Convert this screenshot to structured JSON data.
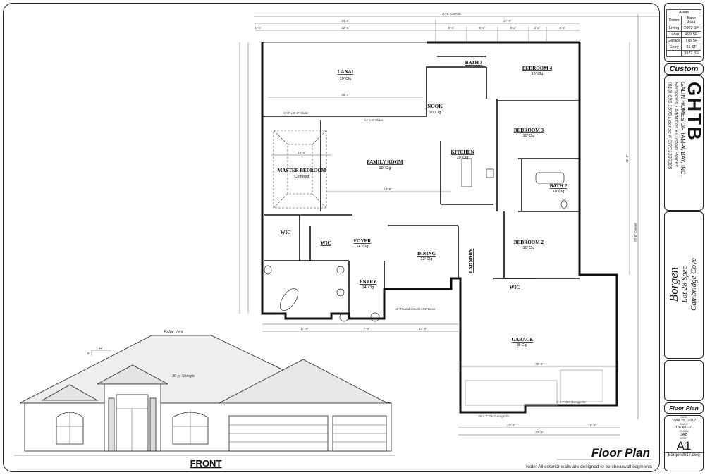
{
  "plan": {
    "rooms": [
      {
        "name": "LANAI",
        "clg": "10' Clg"
      },
      {
        "name": "NOOK",
        "clg": "10' Clg"
      },
      {
        "name": "BATH 3",
        "clg": ""
      },
      {
        "name": "BEDROOM 4",
        "clg": "10' Clg"
      },
      {
        "name": "BEDROOM 3",
        "clg": "10' Clg"
      },
      {
        "name": "KITCHEN",
        "clg": "10' Clg"
      },
      {
        "name": "FAMILY ROOM",
        "clg": "10' Clg"
      },
      {
        "name": "MASTER BEDROOM",
        "clg": "Coffered"
      },
      {
        "name": "BATH 2",
        "clg": "10' Clg"
      },
      {
        "name": "BEDROOM 2",
        "clg": "10' Clg"
      },
      {
        "name": "WIC",
        "clg": ""
      },
      {
        "name": "WIC",
        "clg": ""
      },
      {
        "name": "FOYER",
        "clg": "14' Clg"
      },
      {
        "name": "ENTRY",
        "clg": "14' Clg"
      },
      {
        "name": "DINING",
        "clg": "12' Clg"
      },
      {
        "name": "LAUNDRY",
        "clg": ""
      },
      {
        "name": "WIC",
        "clg": ""
      },
      {
        "name": "GARAGE",
        "clg": "8' Clg"
      }
    ],
    "dims": {
      "overall_top": "70'-8\" Overall",
      "left_top": "34'-8\"",
      "right_top": "27'-4\"",
      "seg1": "1'-4\"",
      "seg2": "32'-8\"",
      "seg3": "6'-4\"",
      "seg4": "6'-4\"",
      "seg5": "6'-2\"",
      "seg6": "2'-2\"",
      "seg7": "5'-2\"",
      "right_side": "46'-8\"",
      "overall_side": "70'-8\" Overall",
      "lanai_width": "30'-4\"",
      "family_width": "18'-8\"",
      "master_width": "14'-4\"",
      "garage_width": "30'-8\"",
      "bottom_a": "27'-8\"",
      "bottom_b": "10'-4\"",
      "bottom_total": "32'-8\"",
      "bottom_left": "17'-4\"",
      "bottom_mid": "7'-4\"",
      "bottom_right": "14'-0\""
    },
    "labels": {
      "garage_door_1": "16' x 7' OH Garage Dr",
      "garage_door_2": "9' x 7' OH Garage Dr",
      "lanai_door": "6'-0\" x 6'-8\" Slider",
      "family_door": "12' x 8' Slider",
      "column": "16\" Round Column 24\" Base"
    }
  },
  "elevation": {
    "title": "FRONT",
    "ridge_label": "Ridge Vent",
    "shingle_label": "30 yr Shingle",
    "pitch_rise": "6",
    "pitch_run": "12"
  },
  "sheet_title": "Floor Plan",
  "note": "Note: All exterior walls are designed to be shearwall segments",
  "title_block": {
    "areas": {
      "title": "Areas",
      "headers": [
        "Room",
        "Base Area"
      ],
      "rows": [
        [
          "Living",
          "2603 SF"
        ],
        [
          "Lanai",
          "499 SF"
        ],
        [
          "Garage",
          "778 SF"
        ],
        [
          "Entry",
          "91 SF"
        ],
        [
          "",
          "3972 SF"
        ]
      ]
    },
    "custom": "Custom",
    "logo": "GHTB",
    "company": "GALIN HOMES OF TAMPA BAY, INC.",
    "services": "Remodels • Additions • Custom Homes",
    "contact": "(813) 695-1598   License # CRC1330305",
    "project": {
      "name": "Borgen",
      "lot": "Lot 28 Spec",
      "community": "Cambridge Cove"
    },
    "sheet_name": "Floor Plan",
    "date_label": "DATE",
    "date": "June 28, 2017",
    "scale_label": "SCALE",
    "scale": "1/4\"=1'-0\"",
    "drawn_label": "DRAWN",
    "drawn": "JAB",
    "sheet_label": "SHEET",
    "sheet": "A1",
    "file": "Borgen2017.dwg"
  }
}
